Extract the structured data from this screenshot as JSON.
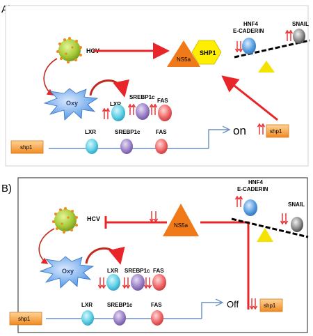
{
  "panel_a": {
    "letter": "A)",
    "hcv": "HCV",
    "oxy": "Oxy",
    "ns5a": "NS5a",
    "shp1_node": "SHP1",
    "hnf4": "HNF4",
    "ecaderin": "E-CADERIN",
    "snail": "SNAIL",
    "lxr_top": "LXR",
    "srebp_top": "SREBP1c",
    "fas_top": "FAS",
    "lxr_gene": "LXR",
    "srebp_gene": "SREBP1c",
    "fas_gene": "FAS",
    "shp1_gene": "shp1",
    "state": "on",
    "shp1_out": "shp1"
  },
  "panel_b": {
    "letter": "B)",
    "hcv": "HCV",
    "oxy": "Oxy",
    "ns5a": "NS5a",
    "hnf4": "HNF4",
    "ecaderin": "E-CADERIN",
    "snail": "SNAIL",
    "lxr_top": "LXR",
    "srebp_top": "SREBP1c",
    "fas_top": "FAS",
    "lxr_gene": "LXR",
    "srebp_gene": "SREBP1c",
    "fas_gene": "FAS",
    "shp1_gene": "shp1",
    "state": "Off",
    "shp1_out": "shp1"
  },
  "colors": {
    "red_arrow": "#e8262a",
    "orange_box": "#f6a040",
    "triangle_orange": "#f07a1a",
    "hexagon_yellow": "#ffee00",
    "fulcrum_yellow": "#f4e300",
    "blue_blob": "#5aa0e0",
    "star_blue": "#6aa6ec",
    "teal_oval": "#5fd0e6",
    "purple_oval": "#9c83c8",
    "red_oval": "#f06a6a",
    "gene_line": "#6a8fc0"
  }
}
